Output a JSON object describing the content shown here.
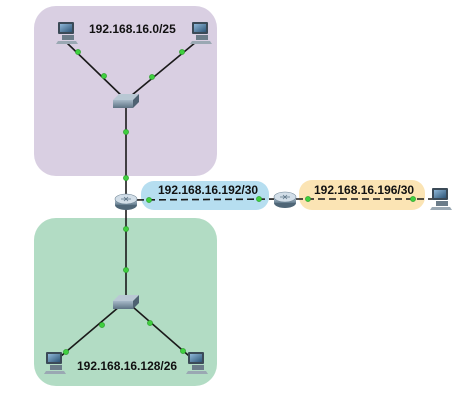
{
  "network": {
    "lan_top_label": "192.168.16.0/25",
    "lan_bottom_label": "192.168.16.128/26",
    "wan_left_label": "192.168.16.192/30",
    "wan_right_label": "192.168.16.196/30"
  },
  "colors": {
    "lan_top_fill": "#d9cfe2",
    "lan_bottom_fill": "#b2dcc4",
    "wan_left_fill": "#b6def0",
    "wan_right_fill": "#fbe4b4",
    "link": "#1a1a1a",
    "link_dot": "#3fcf3f"
  },
  "icons": {
    "pc": "pc-icon",
    "switch": "switch-icon",
    "router": "router-icon"
  }
}
